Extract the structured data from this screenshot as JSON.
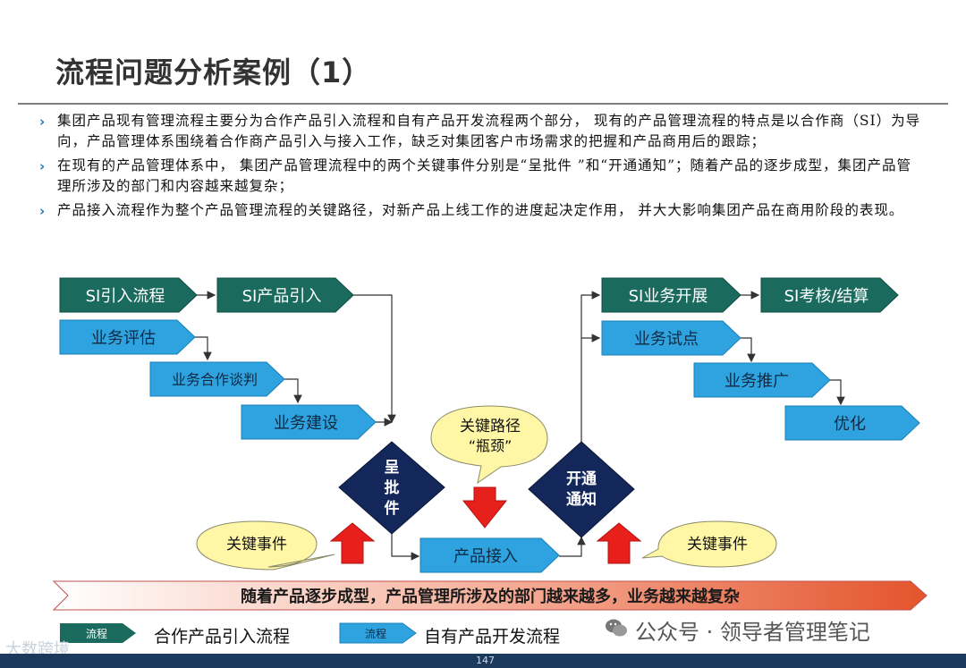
{
  "page": {
    "title": "流程问题分析案例（1）",
    "page_number": "147"
  },
  "bullets": [
    "集团产品现有管理流程主要分为合作产品引入流程和自有产品开发流程两个部分， 现有的产品管理流程的特点是以合作商（SI）为导向，产品管理体系围绕着合作商产品引入与接入工作，缺乏对集团客户市场需求的把握和产品商用后的跟踪；",
    "在现有的产品管理体系中， 集团产品管理流程中的两个关键事件分别是“呈批件 ”和“开通通知”；随着产品的逐步成型，集团产品管理所涉及的部门和内容越来越复杂；",
    "产品接入流程作为整个产品管理流程的关键路径，对新产品上线工作的进度起决定作用， 并大大影响集团产品在商用阶段的表现。"
  ],
  "diagram": {
    "left_flow": {
      "si_intro": "SI引入流程",
      "si_product": "SI产品引入",
      "biz_eval": "业务评估",
      "biz_negotiate": "业务合作谈判",
      "biz_build": "业务建设"
    },
    "right_flow": {
      "si_biz_launch": "SI业务开展",
      "si_assess": "SI考核/结算",
      "biz_pilot": "业务试点",
      "biz_promote": "业务推广",
      "optimize": "优化"
    },
    "diamond_left": [
      "呈",
      "批",
      "件"
    ],
    "diamond_right": [
      "开通",
      "通知"
    ],
    "product_access": "产品接入",
    "bottleneck_callout": [
      "关键路径",
      "“瓶颈”"
    ],
    "key_event_left": "关键事件",
    "key_event_right": "关键事件",
    "bottom_banner": "随着产品逐步成型，产品管理所涉及的部门越来越多，业务越来越复杂"
  },
  "legend": [
    {
      "tag": "流程",
      "label": "合作产品引入流程",
      "color": "#1a6b5e"
    },
    {
      "tag": "流程",
      "label": "自有产品开发流程",
      "color": "#2ea3e0"
    }
  ],
  "watermark": "公众号 · 领导者管理笔记",
  "logo_watermark": "大数跨境",
  "colors": {
    "partner_flow": "#1a6b5e",
    "own_flow": "#2ea3e0",
    "diamond": "#13275a",
    "callout": "#fff7a6",
    "arrow_red": "#e8201c"
  }
}
